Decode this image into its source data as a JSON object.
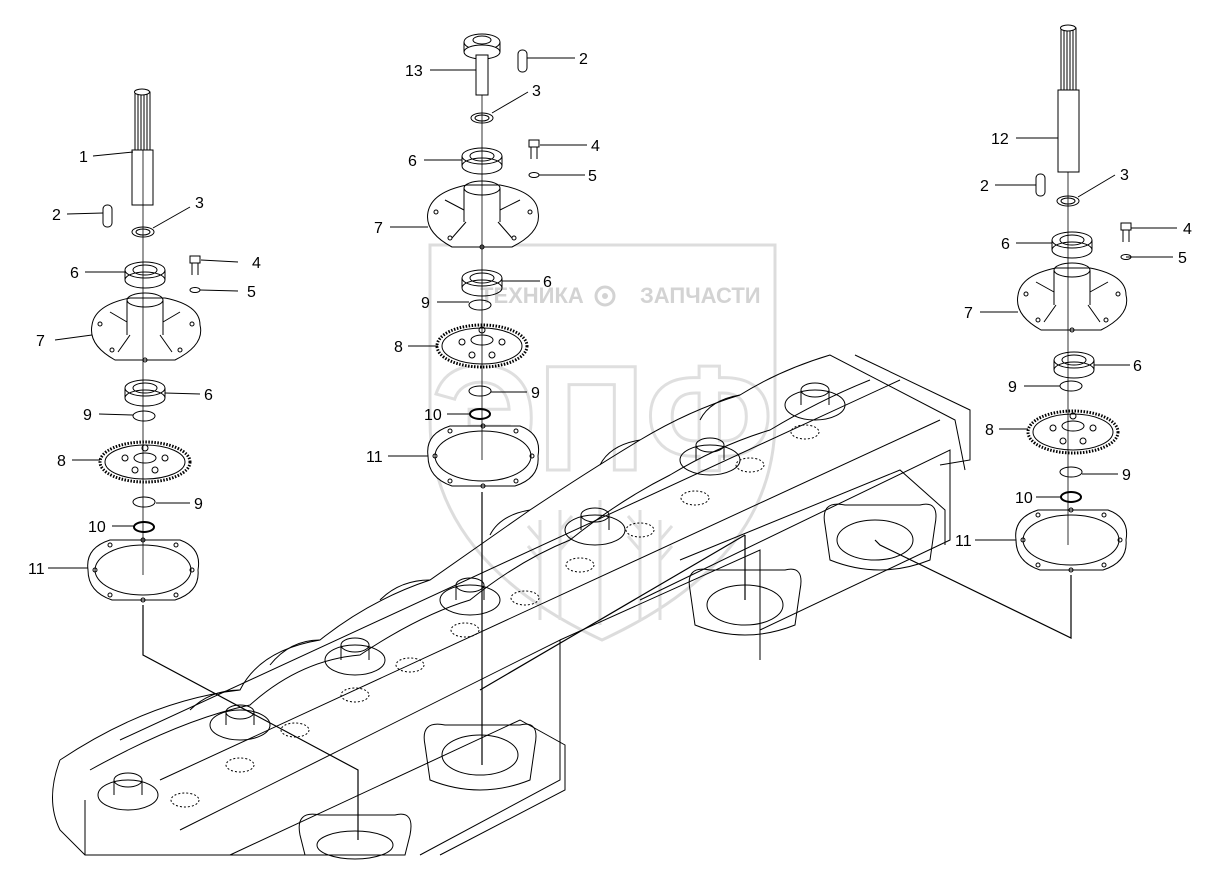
{
  "watermark": {
    "text_left": "ТЕХНИКА",
    "text_right": "ЗАПЧАСТИ",
    "emblem": "ЭПФ",
    "icon": "gear-icon",
    "color": "#d6d6d6"
  },
  "line_color": "#000000",
  "callouts": {
    "left": [
      "1",
      "2",
      "3",
      "4",
      "5",
      "6",
      "7",
      "6",
      "9",
      "8",
      "9",
      "10",
      "11"
    ],
    "center": [
      "13",
      "2",
      "3",
      "4",
      "6",
      "5",
      "7",
      "6",
      "9",
      "8",
      "9",
      "10",
      "11"
    ],
    "right": [
      "12",
      "2",
      "3",
      "4",
      "6",
      "5",
      "7",
      "6",
      "9",
      "8",
      "9",
      "10",
      "11"
    ]
  }
}
